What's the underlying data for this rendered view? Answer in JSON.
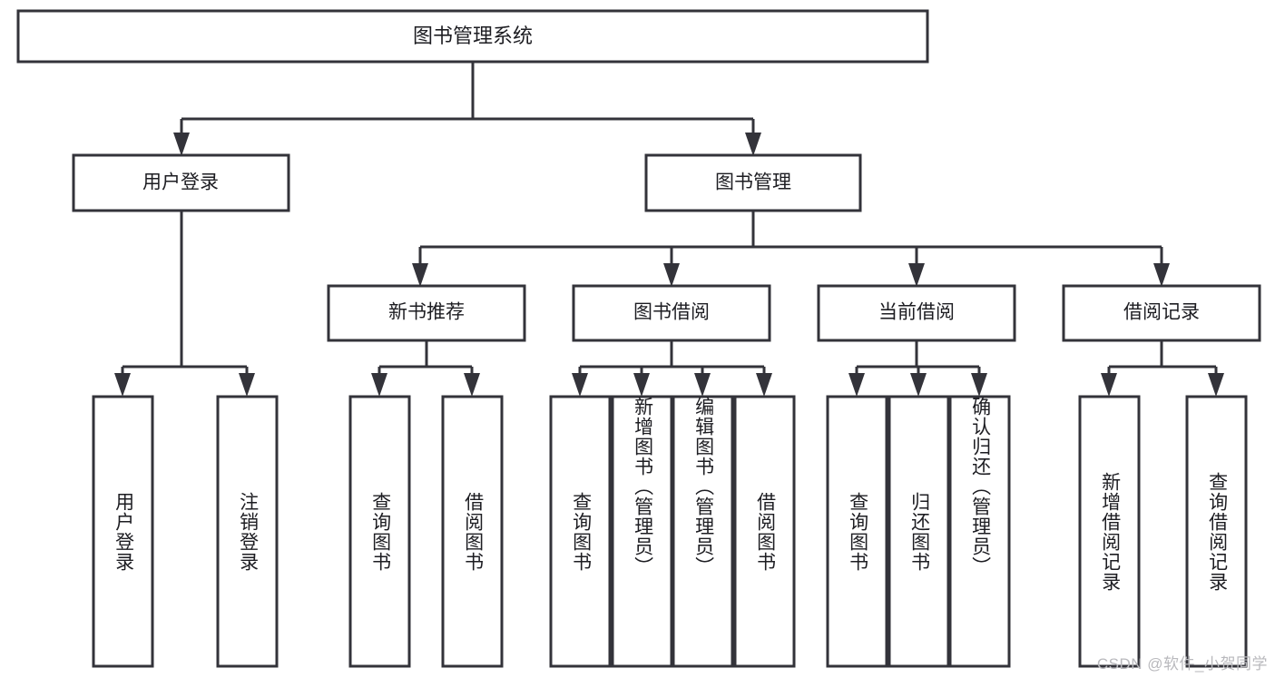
{
  "diagram": {
    "type": "tree",
    "title": "图书管理系统",
    "orientation": "top-down",
    "colors": {
      "box_stroke": "#33333a",
      "box_fill": "#ffffff",
      "connector": "#33333a",
      "text": "#1d1d22",
      "background": "#ffffff",
      "watermark": "#b9b9bd"
    },
    "root": {
      "label": "图书管理系统"
    },
    "level2": [
      {
        "label": "用户登录"
      },
      {
        "label": "图书管理"
      }
    ],
    "level3": [
      {
        "label": "新书推荐"
      },
      {
        "label": "图书借阅"
      },
      {
        "label": "当前借阅"
      },
      {
        "label": "借阅记录"
      }
    ],
    "leaves": {
      "user_login": [
        {
          "label": "用户登录"
        },
        {
          "label": "注销登录"
        }
      ],
      "new_book_recommend": [
        {
          "label": "查询图书"
        },
        {
          "label": "借阅图书"
        }
      ],
      "book_borrow": [
        {
          "label": "查询图书"
        },
        {
          "label": "新增图书（管理员）"
        },
        {
          "label": "编辑图书（管理员）"
        },
        {
          "label": "借阅图书"
        }
      ],
      "current_borrow": [
        {
          "label": "查询图书"
        },
        {
          "label": "归还图书"
        },
        {
          "label": "确认归还（管理员）"
        }
      ],
      "borrow_record": [
        {
          "label": "新增借阅记录"
        },
        {
          "label": "查询借阅记录"
        }
      ]
    }
  },
  "watermark": {
    "text": "CSDN @软件_小贺同学"
  }
}
